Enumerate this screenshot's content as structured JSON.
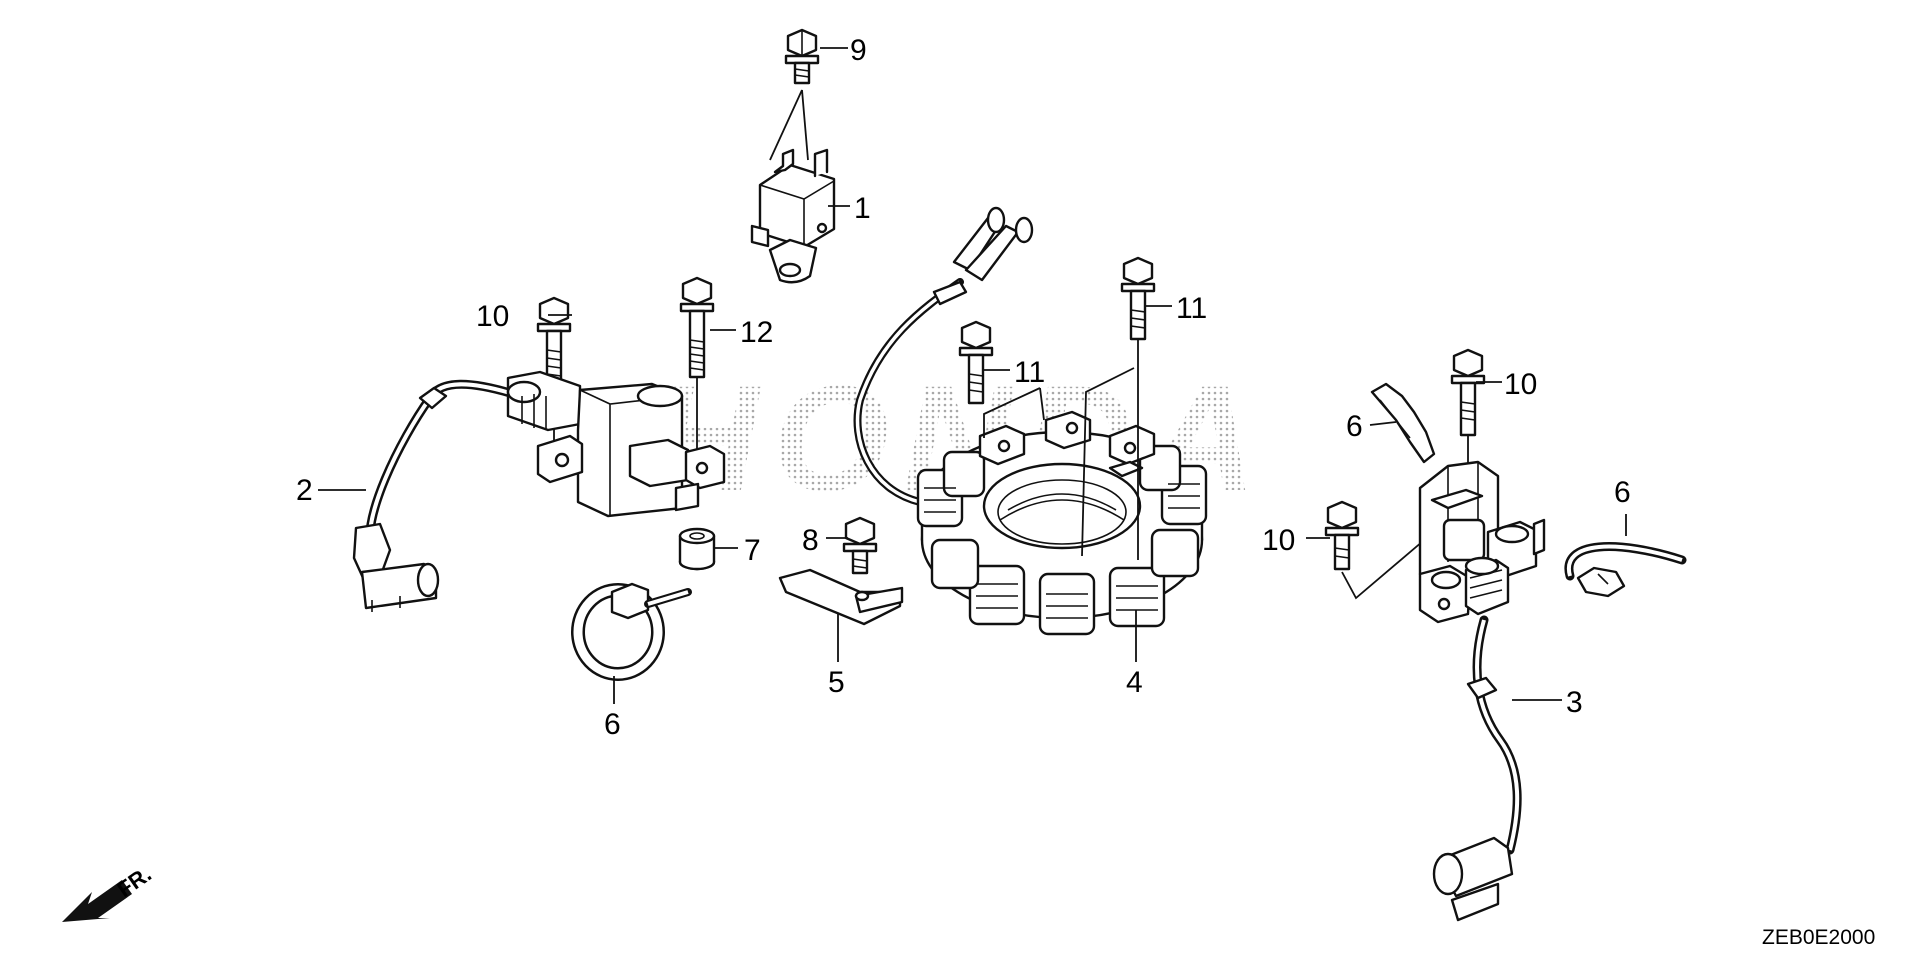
{
  "diagram": {
    "brand_watermark": "HONDA",
    "figure_code": "ZEB0E2000",
    "direction_label": "FR.",
    "colors": {
      "ink": "#111111",
      "watermark": "#b8b8b8",
      "background": "#ffffff"
    },
    "callouts": {
      "c1": "1",
      "c2": "2",
      "c3": "3",
      "c4": "4",
      "c5": "5",
      "c6a": "6",
      "c6b": "6",
      "c6c": "6",
      "c7": "7",
      "c8": "8",
      "c9": "9",
      "c10a": "10",
      "c10b": "10",
      "c10c": "10",
      "c11a": "11",
      "c11b": "11",
      "c12": "12"
    }
  }
}
